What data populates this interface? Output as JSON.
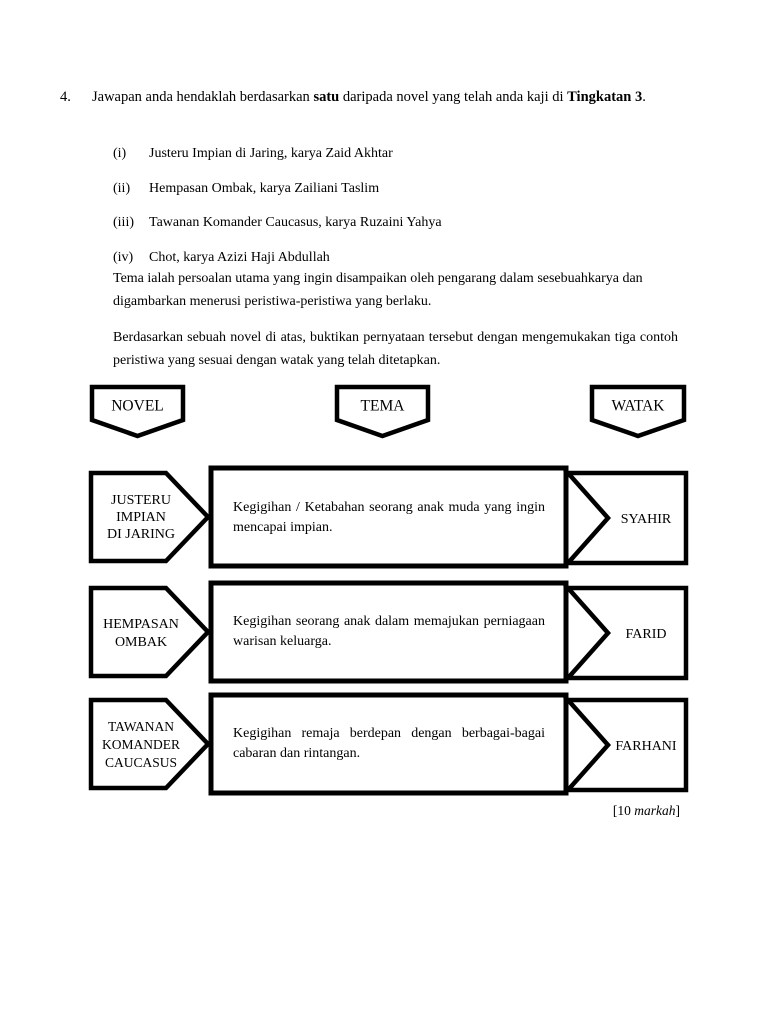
{
  "question": {
    "number": "4.",
    "text_before_bold1": "Jawapan anda hendaklah berdasarkan ",
    "bold1": "satu",
    "text_middle": " daripada novel yang telah anda kaji di ",
    "bold2": "Tingkatan 3",
    "text_after": "."
  },
  "novels": [
    {
      "rn": "(i)",
      "title": "Justeru Impian di Jaring, karya Zaid Akhtar"
    },
    {
      "rn": "(ii)",
      "title": "Hempasan Ombak, karya Zailiani Taslim"
    },
    {
      "rn": "(iii)",
      "title": "Tawanan Komander Caucasus, karya Ruzaini Yahya"
    },
    {
      "rn": "(iv)",
      "title": "Chot, karya Azizi Haji Abdullah"
    }
  ],
  "paragraphs": {
    "tema_definition": "Tema ialah persoalan utama yang ingin disampaikan oleh pengarang dalam sesebuahkarya dan digambarkan menerusi peristiwa-peristiwa yang berlaku.",
    "instruction": "Berdasarkan sebuah novel di atas, buktikan pernyataan tersebut dengan mengemukakan tiga contoh peristiwa yang sesuai dengan watak yang telah ditetapkan."
  },
  "diagram": {
    "headers": [
      {
        "label": "NOVEL"
      },
      {
        "label": "TEMA"
      },
      {
        "label": "WATAK"
      }
    ],
    "rows": [
      {
        "novel_lines": [
          "JUSTERU",
          "IMPIAN",
          "DI JARING"
        ],
        "tema": "Kegigihan / Ketabahan seorang anak muda yang ingin mencapai impian.",
        "watak": "SYAHIR"
      },
      {
        "novel_lines": [
          "HEMPASAN",
          "OMBAK"
        ],
        "tema": "Kegigihan seorang anak dalam memajukan perniagaan warisan keluarga.",
        "watak": "FARID"
      },
      {
        "novel_lines": [
          "TAWANAN",
          "KOMANDER",
          "CAUCASUS"
        ],
        "tema": "Kegigihan remaja berdepan dengan berbagai-bagai cabaran dan rintangan.",
        "watak": "FARHANI"
      }
    ]
  },
  "marks": {
    "bracket_open": "[",
    "value": "10 ",
    "word": "markah",
    "bracket_close": "]"
  },
  "colors": {
    "ink": "#000000",
    "paper": "#ffffff"
  }
}
